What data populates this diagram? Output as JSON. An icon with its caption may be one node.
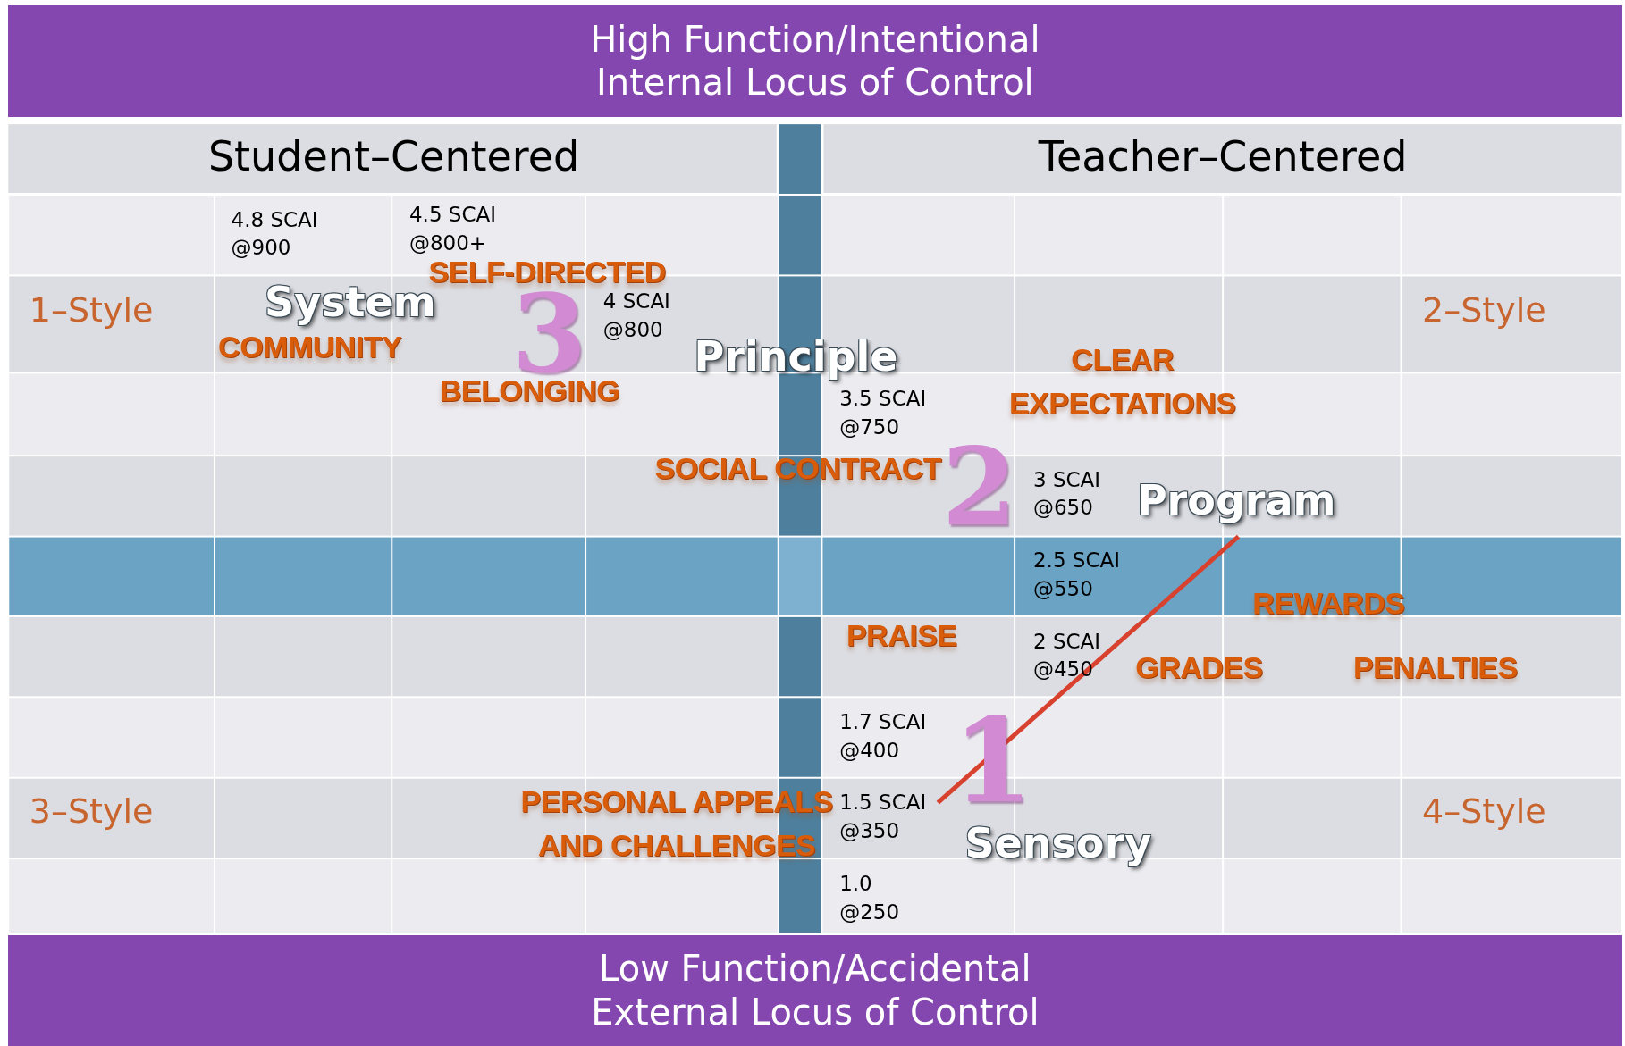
{
  "diagram": {
    "nodes": [
      {
        "text": [
          "High Function/Intentional Internal Locus of Control"
        ]
      },
      {
        "text": [
          "Low Function/Accidental External Locus of Control"
        ]
      }
    ],
    "labels": [
      "Student–Centered",
      "Teacher–Centered",
      "4.8 SCAI @900",
      "4.5 SCAI @800+",
      "SELF-DIRECTED",
      "1–Style",
      "System",
      "4 SCAI @800",
      "2–Style",
      "3",
      "COMMUNITY",
      "Principle",
      "CLEAR EXPECTATIONS",
      "BELONGING",
      "3.5 SCAI @750",
      "SOCIAL CONTRACT",
      "2",
      "3 SCAI @650",
      "Program",
      "2.5 SCAI @550",
      "REWARDS",
      "PRAISE",
      "2 SCAI @450",
      "GRADES",
      "PENALTIES",
      "1.7 SCAI @400",
      "1",
      "PERSONAL APPEALS AND CHALLENGES",
      "1.5 SCAI @350",
      "3–Style",
      "4–Style",
      "Sensory",
      "1.0 @250"
    ]
  }
}
